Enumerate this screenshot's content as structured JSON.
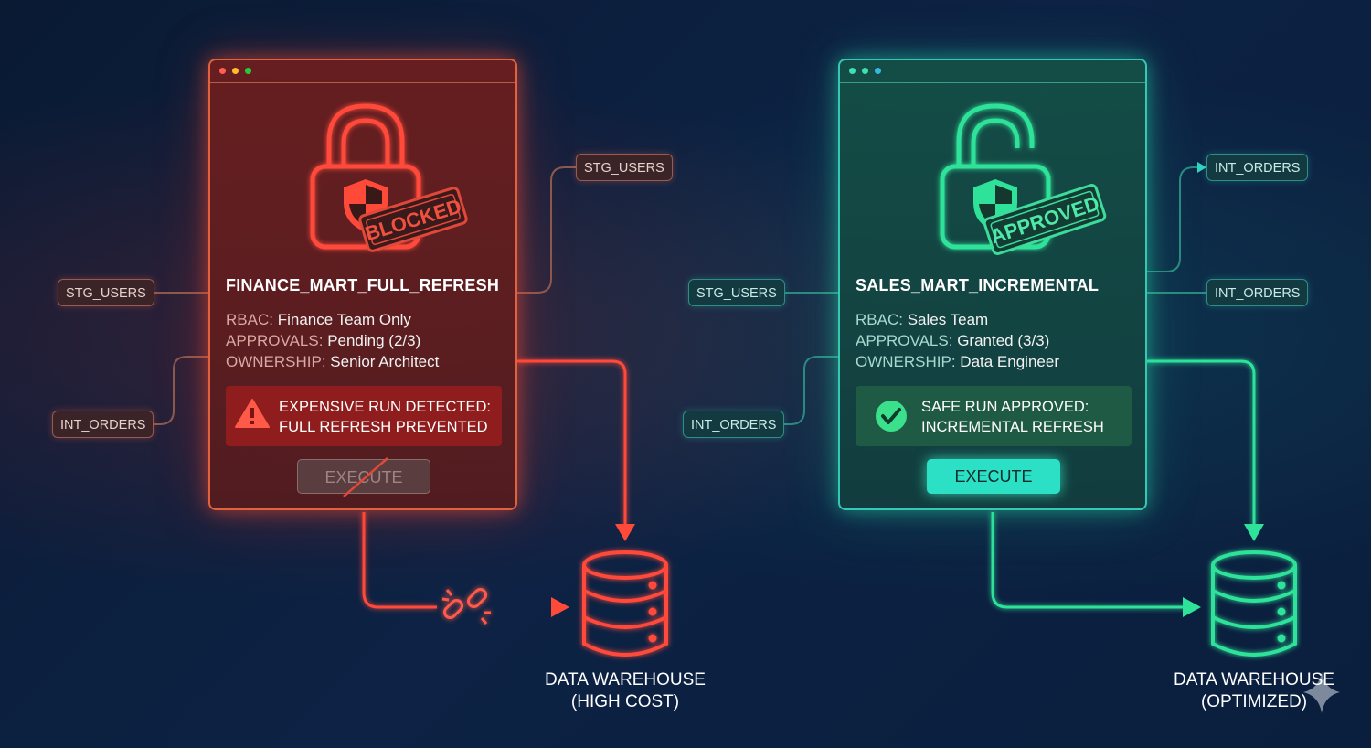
{
  "colors": {
    "blocked": "#ff4a3a",
    "approved": "#2fe29a",
    "background": "#0b1d3a"
  },
  "left": {
    "job_name": "FINANCE_MART_FULL_REFRESH",
    "stamp": "BLOCKED",
    "rbac_key": "RBAC:",
    "rbac_value": "Finance Team Only",
    "approvals_key": "APPROVALS:",
    "approvals_value": "Pending (2/3)",
    "ownership_key": "OWNERSHIP:",
    "ownership_value": "Senior Architect",
    "alert_line1": "EXPENSIVE RUN DETECTED:",
    "alert_line2": "FULL REFRESH PREVENTED",
    "execute_label": "EXECUTE",
    "inputs": [
      "STG_USERS",
      "INT_ORDERS"
    ],
    "output": "STG_USERS",
    "warehouse_line1": "DATA WAREHOUSE",
    "warehouse_line2": "(HIGH COST)",
    "icons": [
      "lock-closed-icon",
      "shield-icon",
      "warning-icon",
      "broken-link-icon",
      "database-icon"
    ]
  },
  "right": {
    "job_name": "SALES_MART_INCREMENTAL",
    "stamp": "APPROVED",
    "rbac_key": "RBAC:",
    "rbac_value": "Sales Team",
    "approvals_key": "APPROVALS:",
    "approvals_value": "Granted (3/3)",
    "ownership_key": "OWNERSHIP:",
    "ownership_value": "Data Engineer",
    "alert_line1": "SAFE RUN APPROVED:",
    "alert_line2": "INCREMENTAL REFRESH",
    "execute_label": "EXECUTE",
    "inputs": [
      "STG_USERS",
      "INT_ORDERS"
    ],
    "outputs": [
      "INT_ORDERS",
      "INT_ORDERS"
    ],
    "warehouse_line1": "DATA WAREHOUSE",
    "warehouse_line2": "(OPTIMIZED)",
    "icons": [
      "lock-open-icon",
      "shield-icon",
      "check-circle-icon",
      "database-icon"
    ]
  }
}
